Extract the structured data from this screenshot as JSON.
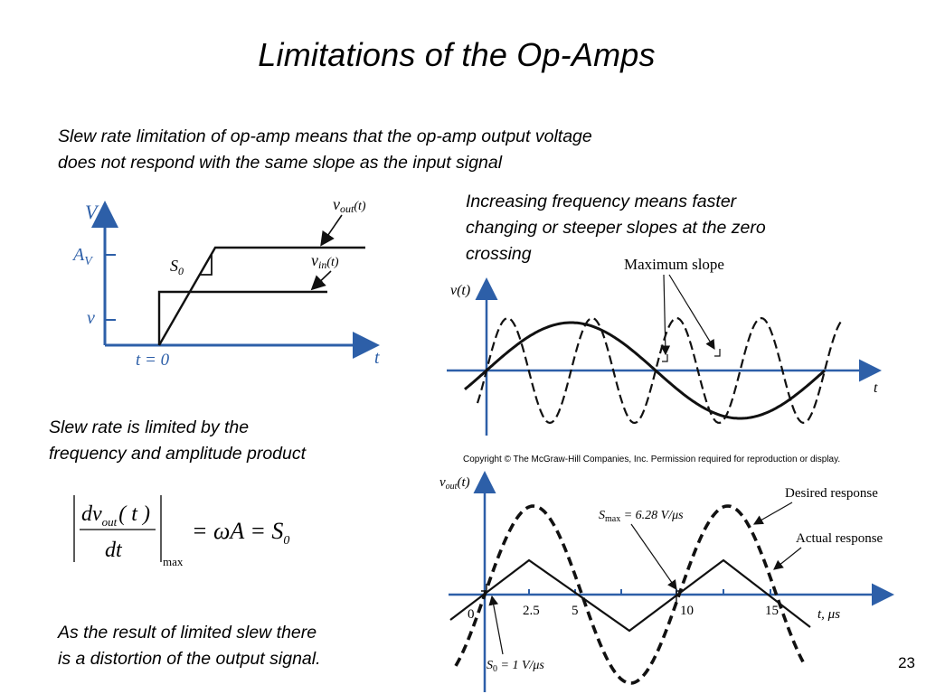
{
  "slide": {
    "title": "Limitations of the Op-Amps",
    "page_number": "23"
  },
  "text": {
    "intro_line1": "Slew rate limitation of op-amp means that the op-amp output voltage",
    "intro_line2": "does not respond with the same slope as the input signal",
    "freq_line1": "Increasing frequency means faster",
    "freq_line2": "changing or steeper slopes at the zero",
    "freq_line3": "crossing",
    "limit_line1": "Slew rate is limited by the",
    "limit_line2": "frequency and amplitude product",
    "result_line1": "As the result of limited slew there",
    "result_line2": "is a distortion of the output signal."
  },
  "formula": {
    "d": "dv",
    "sub": "out",
    "arg": "( t )",
    "den": "dt",
    "max": "max",
    "rhs": "= ωA = S",
    "rhs_sub": "0"
  },
  "figure1": {
    "y_axis": "V",
    "x_axis": "t",
    "tick_av": "A",
    "tick_av_sub": "V",
    "tick_v": "v",
    "t0": "t = 0",
    "s0": "S",
    "s0_sub": "0",
    "vout": "v",
    "vout_sub": "out",
    "vout_arg": "(t)",
    "vin": "v",
    "vin_sub": "in",
    "vin_arg": "(t)"
  },
  "figure2": {
    "y_axis": "v(t)",
    "x_axis": "t",
    "annotation": "Maximum slope"
  },
  "figure3": {
    "copyright": "Copyright © The McGraw-Hill Companies, Inc. Permission required for reproduction or display.",
    "y_axis": "v",
    "y_axis_sub": "out",
    "y_axis_arg": "(t)",
    "x_axis": "t, μs",
    "tick_0": "0",
    "tick_2_5": "2.5",
    "tick_5": "5",
    "tick_10": "10",
    "tick_15": "15",
    "desired": "Desired response",
    "actual": "Actual response",
    "smax": "S",
    "smax_sub": "max",
    "smax_val": " = 6.28 V/μs",
    "s0": "S",
    "s0_sub": "0",
    "s0_val": " = 1 V/μs"
  },
  "colors": {
    "axis_blue": "#2d5fa8",
    "curve": "#111111"
  }
}
